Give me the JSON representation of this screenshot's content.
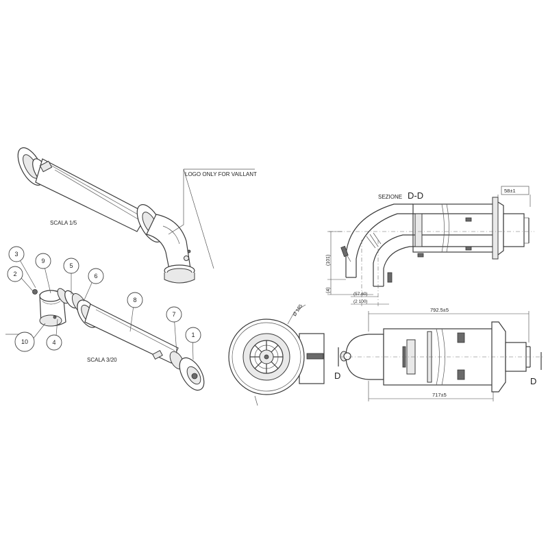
{
  "labels": {
    "logo_note": "LOGO ONLY FOR VAILLANT",
    "scale_top": "SCALA 1/5",
    "scale_bottom": "SCALA 3/20",
    "section_title_prefix": "SEZIONE",
    "section_title_letters": "D-D",
    "section_marker_left": "D",
    "section_marker_right": "D"
  },
  "callouts": [
    "1",
    "2",
    "3",
    "4",
    "5",
    "6",
    "7",
    "8",
    "9",
    "10"
  ],
  "dimensions": {
    "offset_box": "58±1",
    "vert_101": "(101)",
    "vert_4": "(4)",
    "horiz_57": "(57.60)",
    "horiz_100": "(2 100)",
    "diameter": "Ø 185",
    "length_overall": "792.5±5",
    "length_inner": "717±5"
  },
  "colors": {
    "line": "#3a3a3a",
    "background": "#ffffff"
  }
}
